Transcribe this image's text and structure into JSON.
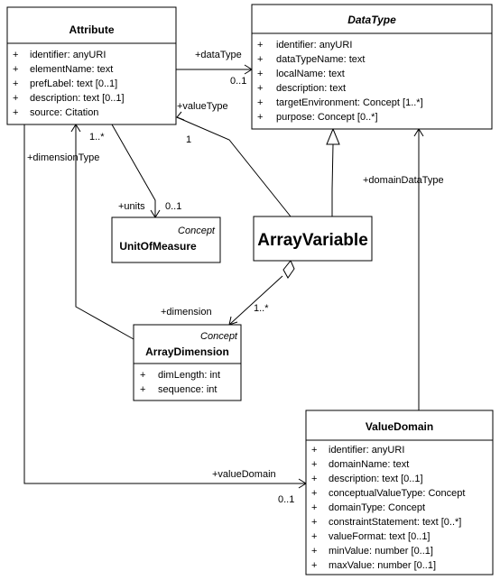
{
  "classes": {
    "attribute": {
      "name": "Attribute",
      "attributes": [
        "identifier: anyURI",
        "elementName: text",
        "prefLabel: text [0..1]",
        "description: text [0..1]",
        "source: Citation"
      ]
    },
    "datatype": {
      "name": "DataType",
      "attributes": [
        "identifier: anyURI",
        "dataTypeName: text",
        "localName: text",
        "description: text",
        "targetEnvironment: Concept [1..*]",
        "purpose: Concept [0..*]"
      ]
    },
    "unitofmeasure": {
      "stereotype": "Concept",
      "name": "UnitOfMeasure"
    },
    "arrayvariable": {
      "name": "ArrayVariable"
    },
    "arraydimension": {
      "stereotype": "Concept",
      "name": "ArrayDimension",
      "attributes": [
        "dimLength: int",
        "sequence: int"
      ]
    },
    "valuedomain": {
      "name": "ValueDomain",
      "attributes": [
        "identifier: anyURI",
        "domainName: text",
        "description: text [0..1]",
        "conceptualValueType: Concept",
        "domainType: Concept",
        "constraintStatement: text [0..*]",
        "valueFormat: text [0..1]",
        "minValue: number [0..1]",
        "maxValue: number [0..1]"
      ]
    }
  },
  "visibility_symbol": "+",
  "labels": {
    "datatype_role": "+dataType",
    "datatype_mult": "0..1",
    "valuetype_role": "+valueType",
    "valuetype_mult": "1",
    "dimensiontype_role": "+dimensionType",
    "dimensiontype_mult": "1..*",
    "units_role": "+units",
    "units_mult": "0..1",
    "dimension_role": "+dimension",
    "dimension_mult": "1..*",
    "domaindatatype_role": "+domainDataType",
    "valuedomain_role": "+valueDomain",
    "valuedomain_mult": "0..1"
  }
}
